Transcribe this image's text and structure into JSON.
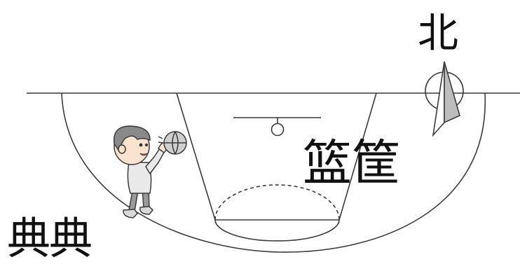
{
  "labels": {
    "north": "北",
    "basket": "篮筐",
    "person": "典典"
  },
  "icons": {
    "compass": "north-arrow-icon",
    "child": "child-shooting-illustration",
    "ball": "basketball-icon",
    "hoop": "basketball-hoop-icon"
  },
  "colors": {
    "ink": "#3a3a3a",
    "skin": "#fbe3cf",
    "hair": "#8a8a8a",
    "shirt": "#e9e9e9",
    "pants": "#9a9a9a",
    "ball": "#cfcfcf",
    "arrow_shade": "#bdbdbd"
  }
}
